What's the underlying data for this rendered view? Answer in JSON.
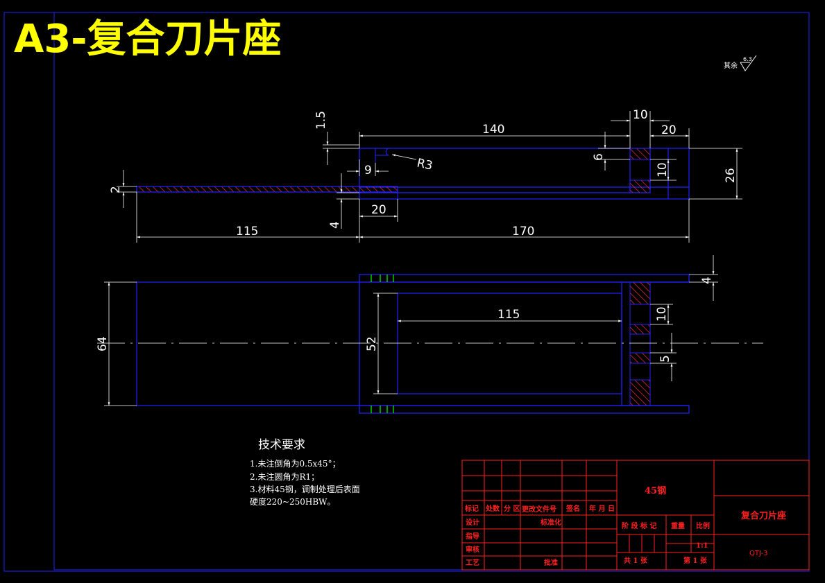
{
  "sheet": {
    "title": "A3-复合刀片座",
    "surface_note": "其余",
    "roughness_value": "6.3"
  },
  "dimensions": {
    "d_1_5": "1.5",
    "d_140": "140",
    "d_10_top": "10",
    "d_20_top": "20",
    "d_r3": "R3",
    "d_6": "6",
    "d_9": "9",
    "d_10_side": "10",
    "d_26": "26",
    "d_2": "2",
    "d_4_front": "4",
    "d_20_front": "20",
    "d_115_front": "115",
    "d_170": "170",
    "d_4_top": "4",
    "d_115_top": "115",
    "d_10_top_view": "10",
    "d_64": "64",
    "d_52": "52",
    "d_5": "5"
  },
  "tech_requirements": {
    "heading": "技术要求",
    "lines": [
      "1.未注倒角为0.5x45°；",
      "2.未注圆角为R1；",
      "3.材料45钢，调制处理后表面",
      "硬度220~250HBW。"
    ]
  },
  "title_block": {
    "material": "45钢",
    "part_name": "复合刀片座",
    "drawing_no": "QTJ-3",
    "hdr_mark": "标记",
    "hdr_count": "处数",
    "hdr_zone": "分 区",
    "hdr_doc": "更改文件号",
    "hdr_sign": "签名",
    "hdr_date": "年 月 日",
    "design": "设计",
    "standardize": "标准化",
    "draw": "指导",
    "review": "审核",
    "process": "工艺",
    "approve": "批准",
    "stage_mark": "阶 段 标 记",
    "weight": "重量",
    "scale": "比例",
    "scale_value": "1:1",
    "total_sheets": "共  1 张",
    "sheet_no": "第  1 张"
  },
  "colors": {
    "outline": "#2222ff",
    "hatch": "#ff3030",
    "dimension": "#ffffff",
    "title": "#ffff00",
    "title_block": "#ff2020",
    "center_line": "#ffffff",
    "thread": "#00ff00"
  }
}
